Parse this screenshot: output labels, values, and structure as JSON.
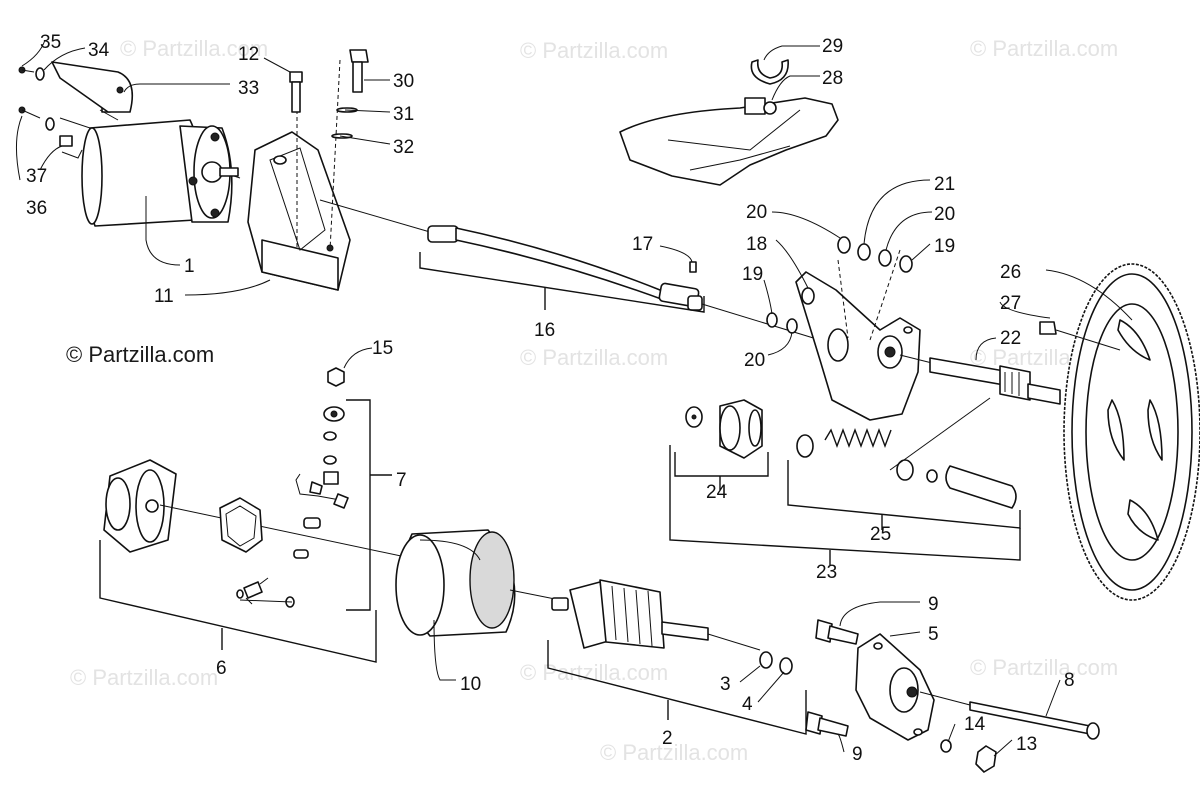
{
  "watermarks": [
    "© Partzilla.com",
    "© Partzilla.com",
    "© Partzilla.com",
    "© Partzilla.com",
    "© Partzilla.com",
    "© Partzilla.com",
    "© Partzilla.com",
    "© Partzilla.com",
    "© Partzilla.com"
  ],
  "copyright": "© Partzilla.com",
  "callouts": {
    "c1": "1",
    "c2": "2",
    "c3": "3",
    "c4": "4",
    "c5": "5",
    "c6": "6",
    "c7": "7",
    "c8": "8",
    "c9a": "9",
    "c9b": "9",
    "c10": "10",
    "c11": "11",
    "c12": "12",
    "c13": "13",
    "c14": "14",
    "c15": "15",
    "c16": "16",
    "c17": "17",
    "c18": "18",
    "c19a": "19",
    "c19b": "19",
    "c20a": "20",
    "c20b": "20",
    "c20c": "20",
    "c21": "21",
    "c22": "22",
    "c23": "23",
    "c24": "24",
    "c25": "25",
    "c26": "26",
    "c27": "27",
    "c28": "28",
    "c29": "29",
    "c30": "30",
    "c31": "31",
    "c32": "32",
    "c33": "33",
    "c34": "34",
    "c35": "35",
    "c36": "36",
    "c37": "37"
  }
}
